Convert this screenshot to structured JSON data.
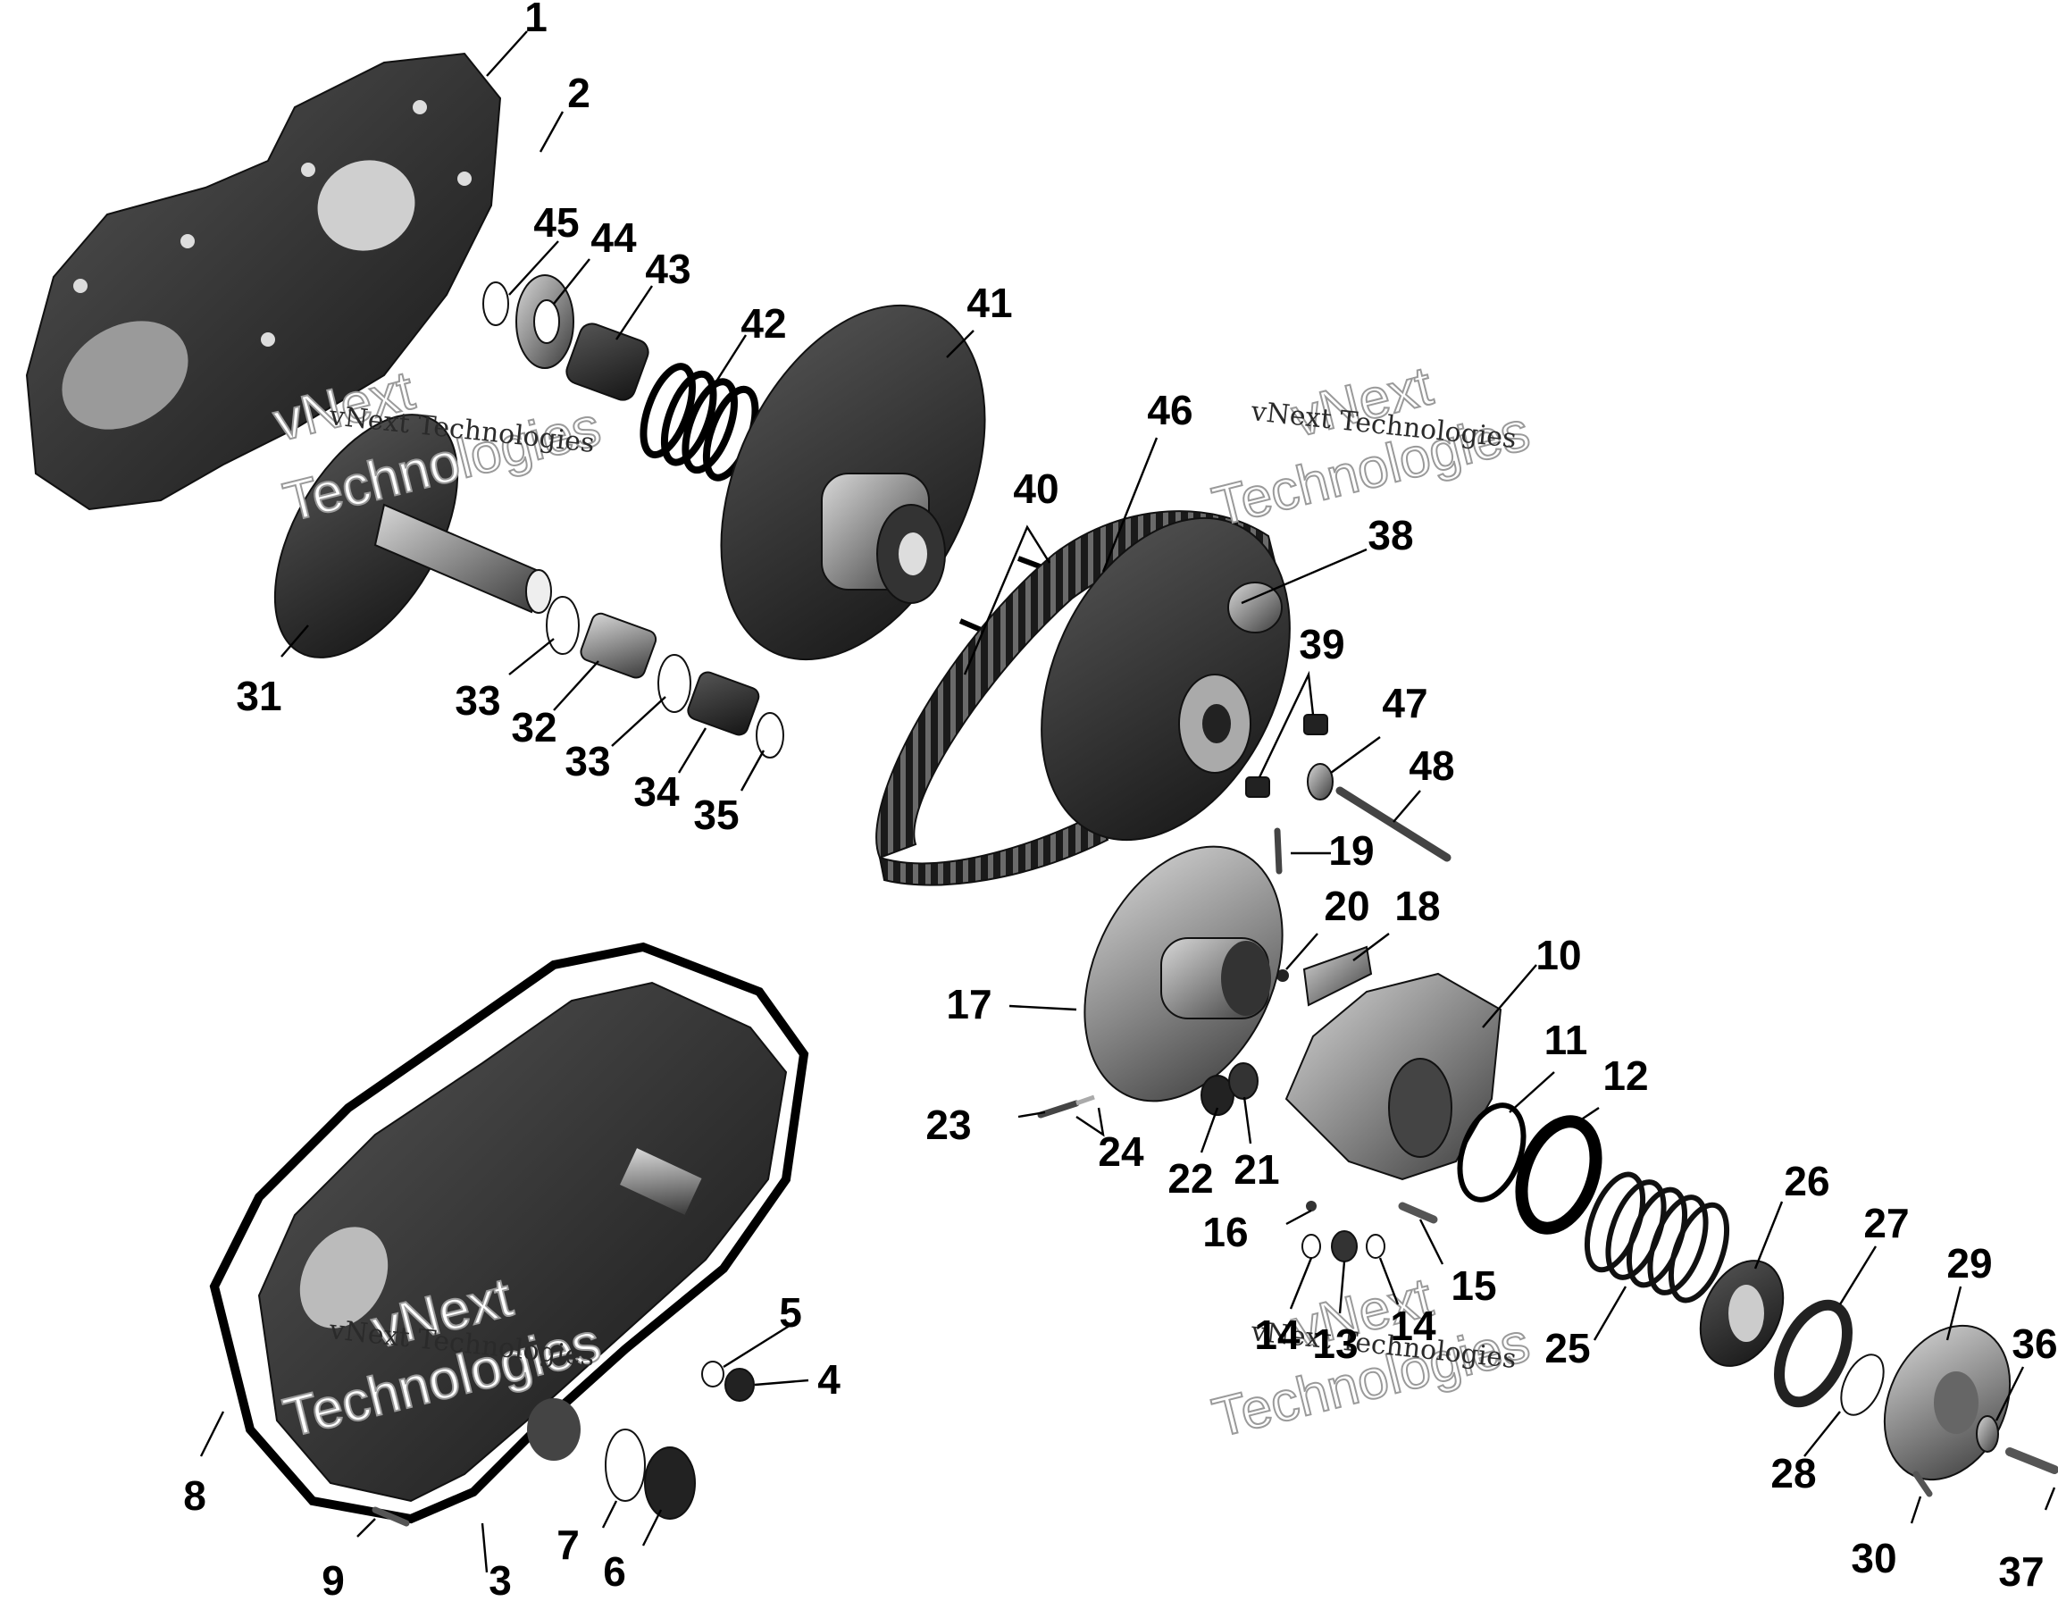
{
  "callouts": [
    "1",
    "2",
    "3",
    "4",
    "5",
    "6",
    "7",
    "8",
    "9",
    "10",
    "11",
    "12",
    "13",
    "14",
    "14",
    "15",
    "16",
    "17",
    "18",
    "19",
    "20",
    "21",
    "22",
    "23",
    "24",
    "25",
    "26",
    "27",
    "28",
    "29",
    "30",
    "31",
    "32",
    "33",
    "33",
    "34",
    "35",
    "36",
    "37",
    "38",
    "39",
    "40",
    "41",
    "42",
    "43",
    "44",
    "45",
    "46",
    "47",
    "48"
  ],
  "watermarks": [
    {
      "small": "vNext Technologies",
      "big1": "vNext",
      "big2": "Technologies"
    },
    {
      "small": "vNext Technologies",
      "big1": "vNext",
      "big2": "Technologies"
    },
    {
      "small": "vNext Technologies",
      "big1": "vNext",
      "big2": "Technologies"
    },
    {
      "small": "vNext Technologies",
      "big1": "vNext",
      "big2": "Technologies"
    }
  ]
}
